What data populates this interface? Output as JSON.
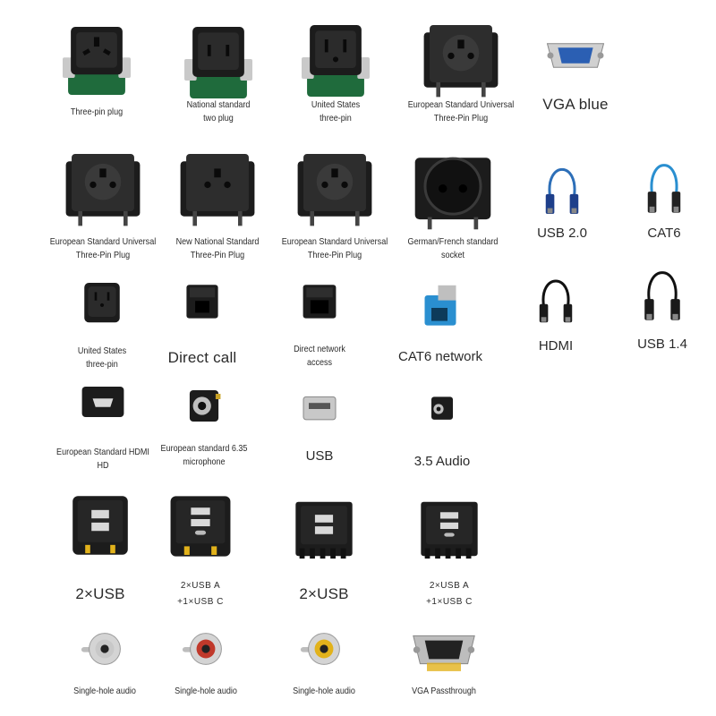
{
  "colors": {
    "socket_black": "#1c1c1c",
    "socket_face": "#2b2b2b",
    "pcb_green": "#1f6b3c",
    "vga_blue": "#2b5fb3",
    "cat6_blue": "#2a8fd0",
    "cable_blue": "#2d6fb8",
    "rca_red": "#c0392b",
    "rca_yellow": "#e2b21b",
    "metal": "#c9c9c9"
  },
  "items": [
    {
      "id": "three-pin-plug",
      "icon": "three-pin-socket-green-icon",
      "lines": [
        "Three-pin plug"
      ]
    },
    {
      "id": "national-two-plug",
      "icon": "two-pin-socket-green-icon",
      "lines": [
        "National standard",
        "two plug"
      ]
    },
    {
      "id": "us-three-pin-1",
      "icon": "us-socket-green-icon",
      "lines": [
        "United States",
        "three-pin"
      ]
    },
    {
      "id": "eu-universal-1",
      "icon": "universal-socket-icon",
      "lines": [
        "European Standard Universal",
        "Three-Pin Plug"
      ]
    },
    {
      "id": "vga-blue",
      "icon": "vga-port-icon",
      "lines": [
        "VGA blue"
      ]
    },
    {
      "id": "eu-universal-2",
      "icon": "universal-socket-icon",
      "lines": [
        "European Standard Universal",
        "Three-Pin Plug"
      ]
    },
    {
      "id": "new-national",
      "icon": "new-national-socket-icon",
      "lines": [
        "New National Standard",
        "Three-Pin Plug"
      ]
    },
    {
      "id": "eu-universal-3",
      "icon": "universal-socket-icon",
      "lines": [
        "European Standard Universal",
        "Three-Pin Plug"
      ]
    },
    {
      "id": "german-french",
      "icon": "schuko-socket-icon",
      "lines": [
        "German/French standard",
        "socket"
      ]
    },
    {
      "id": "usb-2-0",
      "icon": "usb-cable-icon",
      "lines": [
        "USB 2.0"
      ]
    },
    {
      "id": "cat6-cable",
      "icon": "cat6-cable-icon",
      "lines": [
        "CAT6"
      ]
    },
    {
      "id": "us-three-pin-2",
      "icon": "us-socket-icon",
      "lines": [
        "United States",
        "three-pin"
      ]
    },
    {
      "id": "direct-call",
      "icon": "rj11-jack-icon",
      "lines": [
        "Direct call"
      ]
    },
    {
      "id": "direct-network",
      "icon": "rj45-jack-icon",
      "lines": [
        "Direct network",
        "access"
      ]
    },
    {
      "id": "cat6-network",
      "icon": "cat6-keystone-icon",
      "lines": [
        "CAT6 network"
      ]
    },
    {
      "id": "hdmi-cable",
      "icon": "hdmi-cable-icon",
      "lines": [
        "HDMI"
      ]
    },
    {
      "id": "usb-1-4",
      "icon": "usb-panel-cable-icon",
      "lines": [
        "USB 1.4"
      ]
    },
    {
      "id": "eu-hdmi",
      "icon": "hdmi-jack-icon",
      "lines": [
        "European Standard HDMI",
        "HD"
      ]
    },
    {
      "id": "mic-635",
      "icon": "microphone-jack-icon",
      "lines": [
        "European standard 6.35",
        "microphone"
      ]
    },
    {
      "id": "usb",
      "icon": "usb-a-jack-icon",
      "lines": [
        "USB"
      ]
    },
    {
      "id": "audio-35",
      "icon": "audio-jack-icon",
      "lines": [
        "3.5 Audio"
      ]
    },
    {
      "id": "dual-usb-1",
      "icon": "dual-usb-module-icon",
      "lines": [
        "2×USB"
      ]
    },
    {
      "id": "usb-a-c-1",
      "icon": "usb-ac-module-icon",
      "lines": [
        "2×USB A",
        "+1×USB C"
      ]
    },
    {
      "id": "dual-usb-2",
      "icon": "dual-usb-socket-icon",
      "lines": [
        "2×USB"
      ]
    },
    {
      "id": "usb-a-c-2",
      "icon": "usb-c-socket-icon",
      "lines": [
        "2×USB A",
        "+1×USB C"
      ]
    },
    {
      "id": "single-audio-1",
      "icon": "rca-silver-icon",
      "lines": [
        "Single-hole audio"
      ]
    },
    {
      "id": "single-audio-2",
      "icon": "rca-red-icon",
      "lines": [
        "Single-hole audio"
      ]
    },
    {
      "id": "single-audio-3",
      "icon": "rca-yellow-icon",
      "lines": [
        "Single-hole audio"
      ]
    },
    {
      "id": "vga-passthrough",
      "icon": "vga-adapter-icon",
      "lines": [
        "VGA Passthrough"
      ]
    }
  ]
}
